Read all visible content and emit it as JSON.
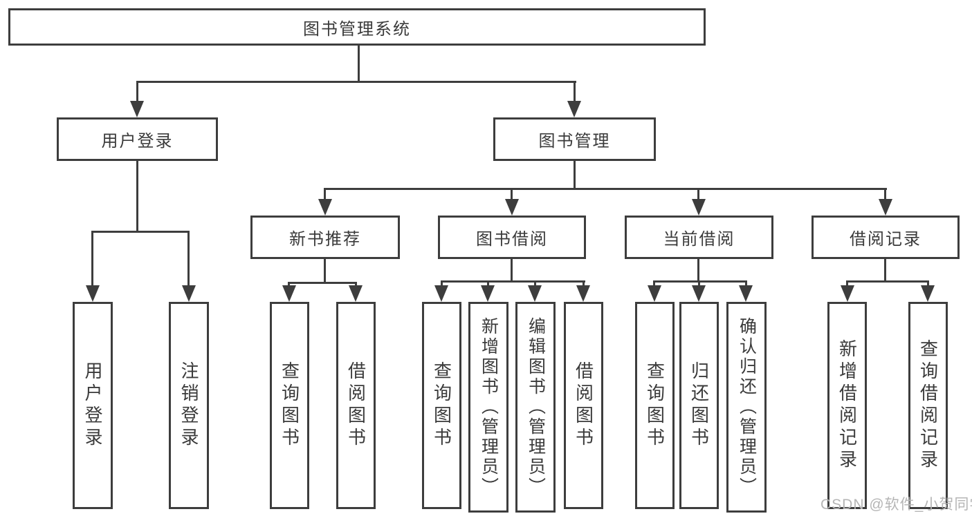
{
  "diagram": {
    "type": "hierarchy-tree",
    "colors": {
      "line": "#3d3d3d",
      "node_border": "#3d3d3d",
      "node_text": "#3a3a3a",
      "background": "#ffffff",
      "watermark": "#b5b5b5"
    },
    "nodes": {
      "root": "图书管理系统",
      "level2": {
        "user_login": "用户登录",
        "book_mgmt": "图书管理"
      },
      "level3": {
        "new_books": "新书推荐",
        "book_borrow": "图书借阅",
        "current_borrow": "当前借阅",
        "borrow_records": "借阅记录"
      },
      "leaves": {
        "user_login": "用户登录",
        "logout": "注销登录",
        "nb_query": "查询图书",
        "nb_borrow": "借阅图书",
        "bb_query": "查询图书",
        "bb_add": "新增图书（管理员）",
        "bb_edit": "编辑图书（管理员）",
        "bb_borrow": "借阅图书",
        "cb_query": "查询图书",
        "cb_return": "归还图书",
        "cb_confirm": "确认归还（管理员）",
        "br_add": "新增借阅记录",
        "br_query": "查询借阅记录"
      }
    },
    "edges": [
      "图书管理系统→用户登录",
      "图书管理系统→图书管理",
      "用户登录→用户登录",
      "用户登录→注销登录",
      "图书管理→新书推荐",
      "图书管理→图书借阅",
      "图书管理→当前借阅",
      "图书管理→借阅记录",
      "新书推荐→查询图书",
      "新书推荐→借阅图书",
      "图书借阅→查询图书",
      "图书借阅→新增图书（管理员）",
      "图书借阅→编辑图书（管理员）",
      "图书借阅→借阅图书",
      "当前借阅→查询图书",
      "当前借阅→归还图书",
      "当前借阅→确认归还（管理员）",
      "借阅记录→新增借阅记录",
      "借阅记录→查询借阅记录"
    ]
  },
  "watermark": "CSDN @软件_小贺同学"
}
